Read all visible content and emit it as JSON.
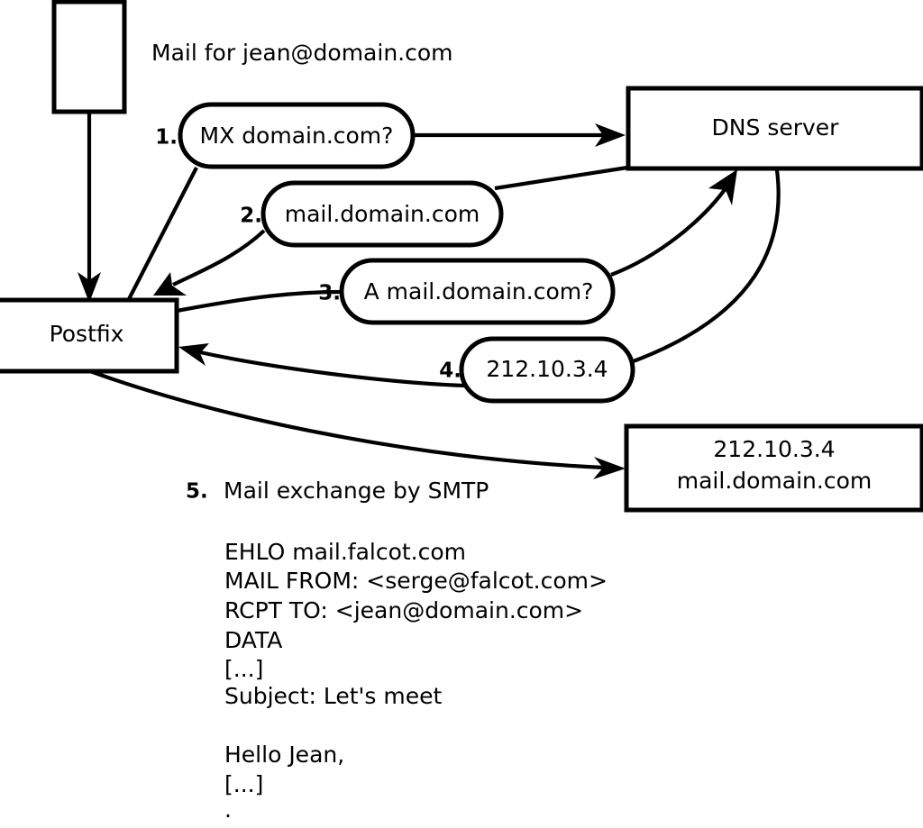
{
  "diagram": {
    "title_label": "Mail for jean@domain.com",
    "nodes": {
      "client": {
        "label": ""
      },
      "postfix": {
        "label": "Postfix"
      },
      "dns": {
        "label": "DNS server"
      },
      "mailserver": {
        "line1": "212.10.3.4",
        "line2": "mail.domain.com"
      }
    },
    "steps": [
      {
        "num": "1.",
        "label": "MX domain.com?"
      },
      {
        "num": "2.",
        "label": "mail.domain.com"
      },
      {
        "num": "3.",
        "label": "A mail.domain.com?"
      },
      {
        "num": "4.",
        "label": "212.10.3.4"
      }
    ],
    "smtp": {
      "num": "5.",
      "caption": "Mail exchange by SMTP",
      "lines": [
        "EHLO mail.falcot.com",
        "MAIL FROM: <serge@falcot.com>",
        "RCPT TO: <jean@domain.com>",
        "DATA",
        "[...]",
        "Subject: Let's meet",
        "",
        "Hello Jean,",
        "[...]",
        "",
        "."
      ]
    },
    "colors": {
      "stroke": "#000000",
      "fill": "#ffffff",
      "text": "#000000"
    }
  }
}
